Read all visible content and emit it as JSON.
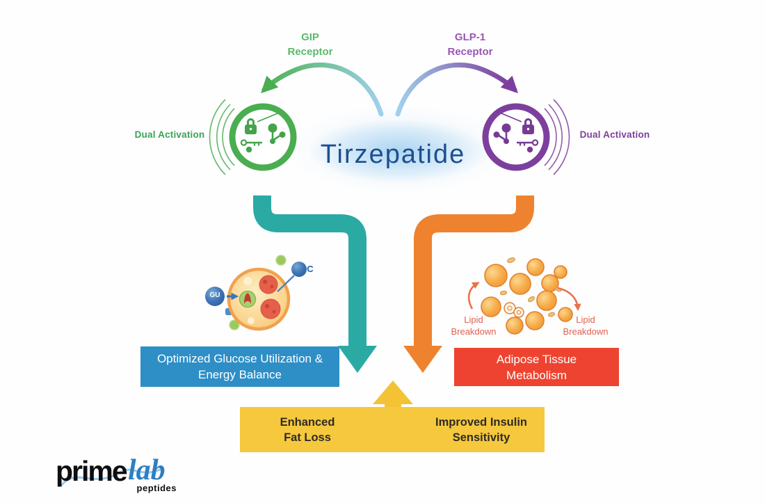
{
  "title": "Tirzepatide",
  "gip_receptor": {
    "line1": "GIP",
    "line2": "Receptor"
  },
  "glp1_receptor": {
    "line1": "GLP-1",
    "line2": "Receptor"
  },
  "dual_activation_left": "Dual Activation",
  "dual_activation_right": "Dual Activation",
  "cell_diagram": {
    "glucose_label": "GU",
    "receptor_label": "C"
  },
  "lipid_breakdown_left": {
    "line1": "Lipid",
    "line2": "Breakdown"
  },
  "lipid_breakdown_right": {
    "line1": "Lipid",
    "line2": "Breakdown"
  },
  "glucose_box": {
    "line1": "Optimized Glucose Utilization &",
    "line2": "Energy Balance"
  },
  "adipose_box": {
    "line1": "Adipose Tissue",
    "line2": "Metabolism"
  },
  "outcome_box": {
    "left": {
      "line1": "Enhanced",
      "line2": "Fat Loss"
    },
    "right": {
      "line1": "Improved Insulin",
      "line2": "Sensitivity"
    }
  },
  "logo": {
    "prime": "prime",
    "lab": "lab",
    "peptides": "peptides"
  },
  "colors": {
    "gip_green": "#4aad50",
    "gip_label_green": "#5cb86a",
    "glp_purple": "#7d3f9d",
    "glp_label_purple": "#9a55b5",
    "teal_arrow": "#2baaa4",
    "orange_arrow": "#ef822f",
    "glucose_box_blue": "#2e8ec6",
    "adipose_box_red": "#ee4330",
    "outcome_box_yellow": "#f5c83e",
    "title_blue": "#1c4f90",
    "lipid_text_red": "#e0604f"
  },
  "icons": {
    "lock": "lock-icon",
    "key": "key-icon",
    "molecule": "molecule-icon",
    "signal_waves": "signal-waves-icon",
    "fat_cells": "fat-cells-illustration",
    "cell": "glucose-cell-illustration"
  }
}
